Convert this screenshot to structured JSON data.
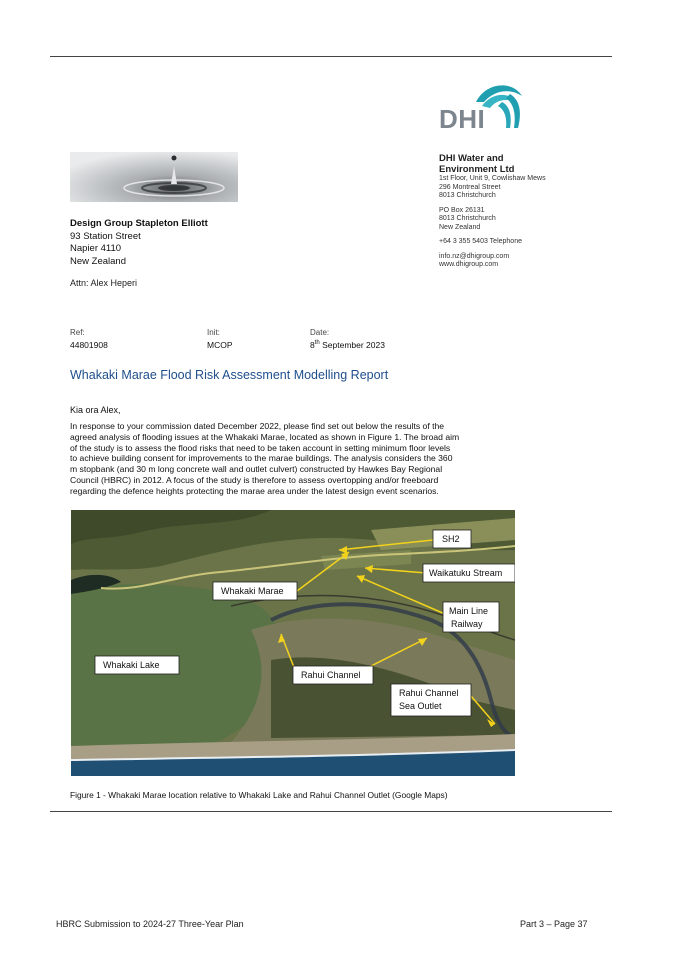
{
  "letterhead": {
    "logo_text": "DHI",
    "company_name_line1": "DHI Water and",
    "company_name_line2": "Environment Ltd",
    "address_lines": [
      "1st Floor, Unit 9, Cowlishaw Mews",
      "296 Montreal Street",
      "8013 Christchurch"
    ],
    "po_lines": [
      "PO Box 26131",
      "8013 Christchurch",
      "New Zealand"
    ],
    "phone": "+64 3 355 5403 Telephone",
    "email": "info.nz@dhigroup.com",
    "web": "www.dhigroup.com"
  },
  "recipient": {
    "name": "Design Group Stapleton Elliott",
    "lines": [
      "93 Station Street",
      "Napier 4110",
      "New Zealand"
    ],
    "attn": "Attn: Alex Heperi"
  },
  "meta": {
    "ref_label": "Ref:",
    "ref_value": "44801908",
    "init_label": "Init:",
    "init_value": "MCOP",
    "date_label": "Date:",
    "date_day": "8",
    "date_sup": "th",
    "date_rest": " September 2023"
  },
  "report": {
    "title": "Whakaki Marae Flood Risk Assessment Modelling Report",
    "greeting": "Kia ora Alex,",
    "paragraph_lines": [
      "In response to your commission dated December 2022, please find set out below the results of the",
      "agreed analysis of flooding issues at the Whakaki Marae, located as shown in Figure 1. The broad aim",
      "of the study is to assess the flood risks that need to be taken account in setting minimum floor levels",
      "to achieve building consent for improvements to the marae buildings. The analysis considers the 360",
      "m stopbank (and 30 m long concrete wall and outlet culvert) constructed by Hawkes Bay Regional",
      "Council (HBRC) in 2012. A focus of the study is therefore to assess overtopping and/or freeboard",
      "regarding the defence heights protecting the marae area under the latest design event scenarios."
    ]
  },
  "figure": {
    "labels": {
      "sh2": "SH2",
      "waikatuku": "Waikatuku Stream",
      "marae": "Whakaki Marae",
      "railway_1": "Main Line",
      "railway_2": "Railway",
      "lake": "Whakaki Lake",
      "rahui": "Rahui Channel",
      "outlet_1": "Rahui Channel",
      "outlet_2": "Sea Outlet"
    },
    "caption": "Figure 1 - Whakaki Marae location relative to Whakaki Lake and Rahui Channel Outlet (Google Maps)"
  },
  "footer": {
    "left": "HBRC Submission to 2024-27 Three-Year Plan",
    "right": "Part 3 – Page 37"
  },
  "colors": {
    "title_blue": "#1f4e8c",
    "callout_yellow": "#f2d21b",
    "logo_teal": "#1f9fb0"
  },
  "icons": {
    "header_image": "water-drop-ripple-image",
    "logo": "dhi-wave-logo"
  }
}
